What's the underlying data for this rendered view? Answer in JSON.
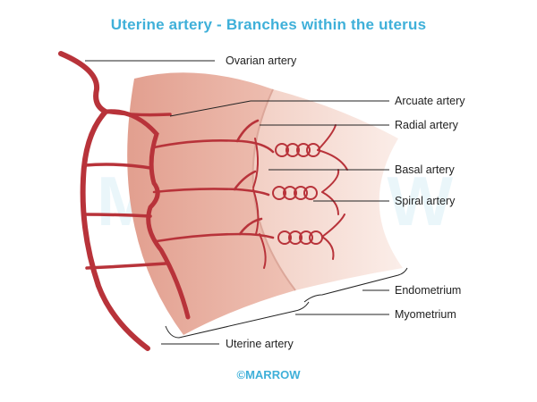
{
  "title": "Uterine artery - Branches within the uterus",
  "labels": {
    "ovarian": "Ovarian artery",
    "arcuate": "Arcuate artery",
    "radial": "Radial artery",
    "basal": "Basal artery",
    "spiral": "Spiral artery",
    "endometrium": "Endometrium",
    "myometrium": "Myometrium",
    "uterine": "Uterine artery"
  },
  "watermark": "MARROW",
  "credit": "©MARROW",
  "colors": {
    "title": "#3fb0d9",
    "artery": "#b8333a",
    "artery_dark": "#8e2228",
    "myometrium": "#e9b4a6",
    "endometrium": "#f4dcd4"
  }
}
